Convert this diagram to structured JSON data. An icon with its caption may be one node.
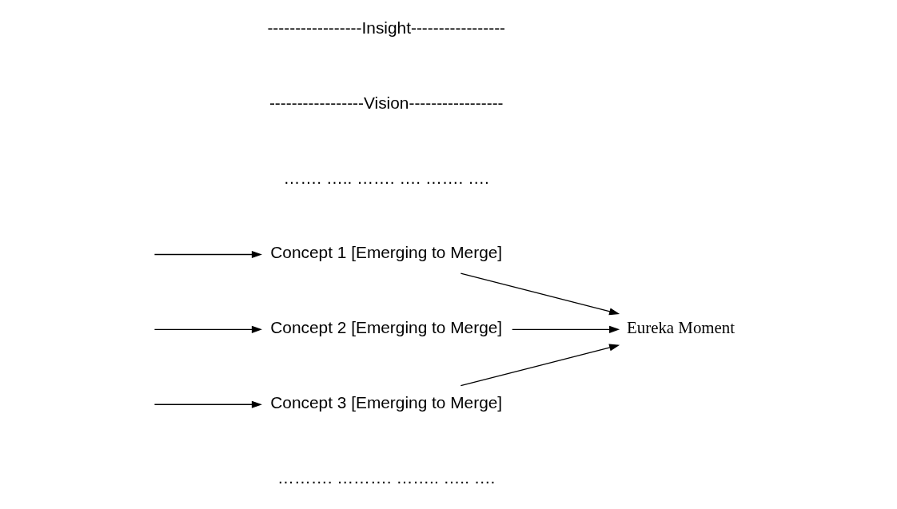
{
  "diagram": {
    "nodes": [
      {
        "text": [
          "Concept 1 [Emerging to Merge]"
        ]
      },
      {
        "text": [
          "Concept 2 [Emerging to Merge]"
        ]
      },
      {
        "text": [
          "Concept 3 [Emerging to Merge]"
        ]
      },
      {
        "text": [
          "Eureka Moment"
        ]
      }
    ],
    "edges": [
      {
        "from": null,
        "to": 0,
        "arrow": "to"
      },
      {
        "from": null,
        "to": 1,
        "arrow": "to"
      },
      {
        "from": null,
        "to": 2,
        "arrow": "to"
      },
      {
        "from": 0,
        "to": 3,
        "arrow": "to"
      },
      {
        "from": 1,
        "to": 3,
        "arrow": "to"
      },
      {
        "from": 2,
        "to": 3,
        "arrow": "to"
      }
    ],
    "labels": [
      "-----------------Insight-----------------",
      "-----------------Vision-----------------",
      "……. ….. ……. …. ……. ….",
      "………. ………. …….. ….. …."
    ]
  }
}
